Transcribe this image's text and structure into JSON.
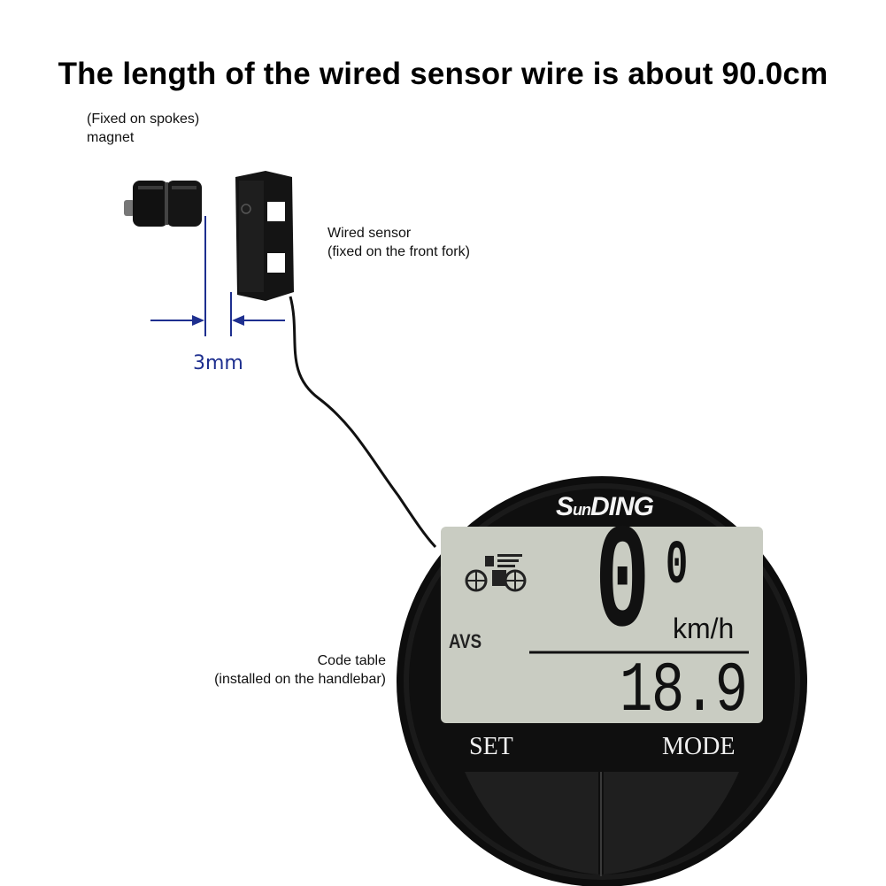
{
  "headline": "The length of the wired sensor wire is about 90.0cm",
  "magnet": {
    "line1": "(Fixed on spokes)",
    "line2": "magnet"
  },
  "sensor": {
    "line1": "Wired sensor",
    "line2": "(fixed on the front fork)"
  },
  "gap_label": "3mm",
  "code_table": {
    "line1": "Code table",
    "line2": "(installed on the handlebar)"
  },
  "device": {
    "brand_big_s": "S",
    "brand_small": "un",
    "brand_rest": "DING",
    "speed_main": "0",
    "speed_decimal": "0",
    "speed_unit": "km/h",
    "mode_indicator": "AVS",
    "sub_reading": "18.9",
    "set_label": "SET",
    "mode_label": "MODE"
  },
  "colors": {
    "dimension_blue": "#1e2f8f",
    "lcd": "#c9ccc2",
    "body": "#0d0d0d"
  }
}
